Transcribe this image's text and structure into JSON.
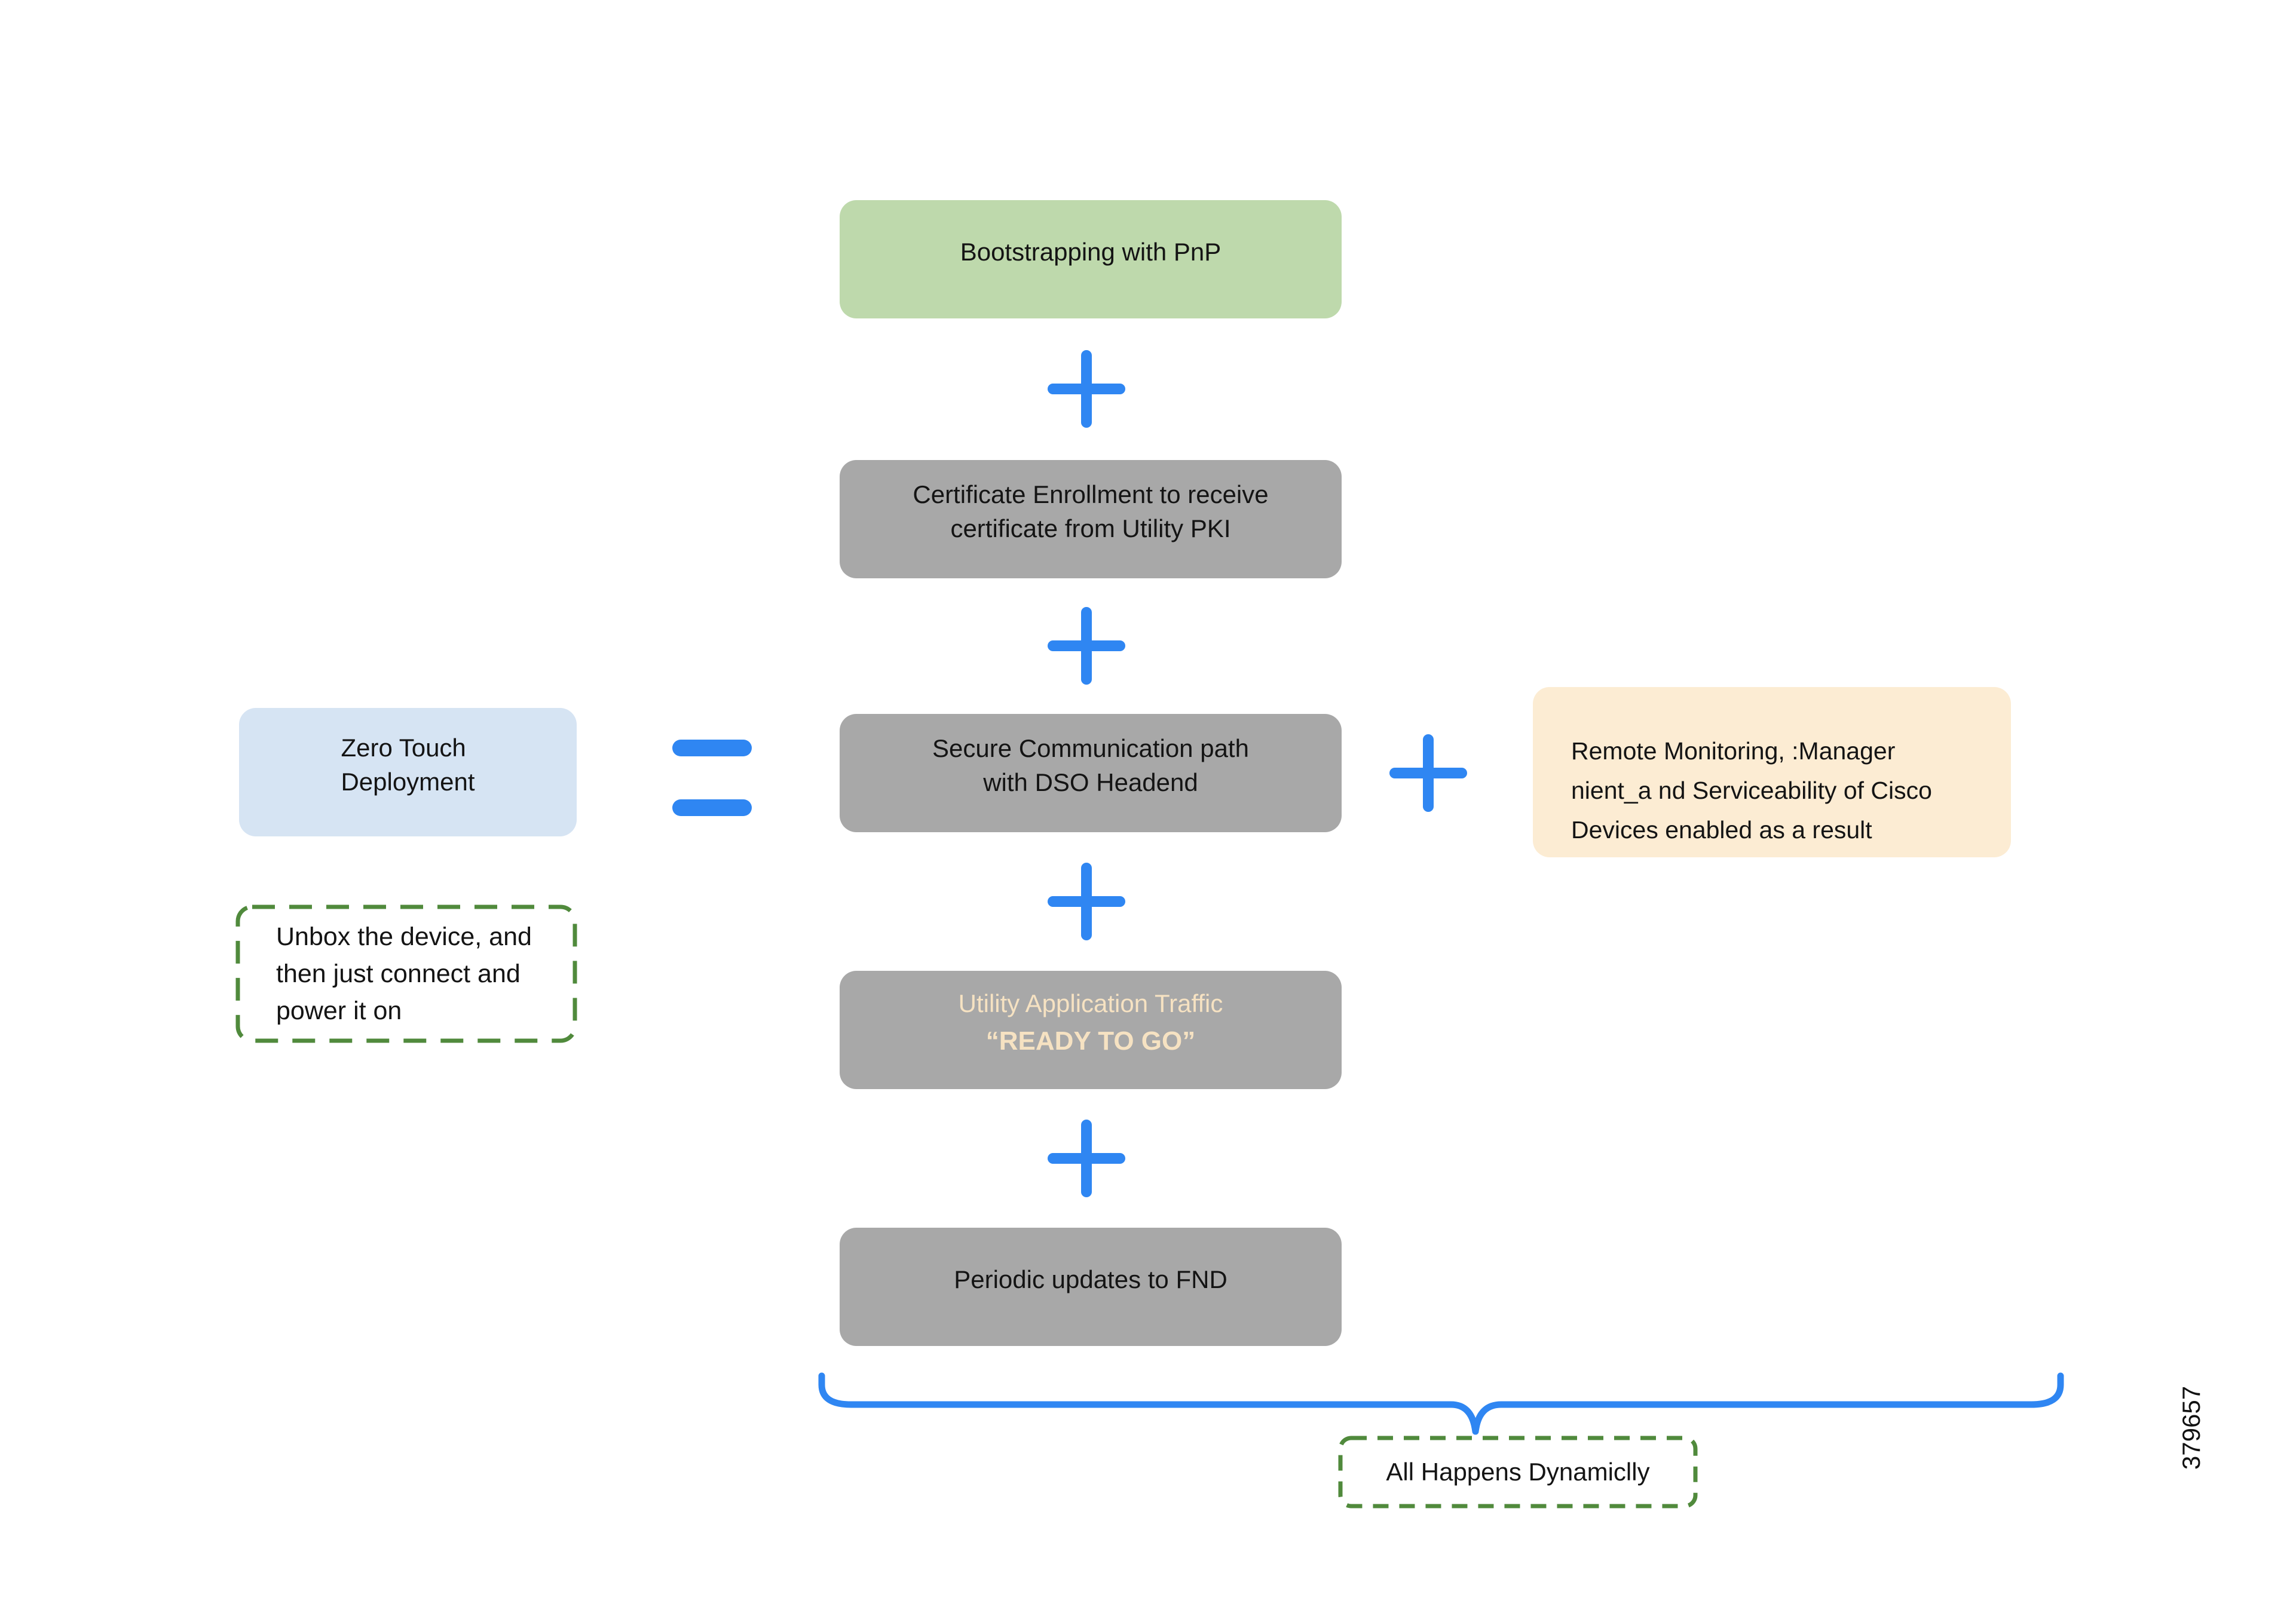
{
  "diagram": {
    "title_semantic": "Zero Touch Deployment flow",
    "left": {
      "result_label": "Zero Touch\nDeployment",
      "note": "Unbox the device, and\nthen just connect and\npower it on"
    },
    "symbols": {
      "equals": "=",
      "plus": "+"
    },
    "steps": [
      {
        "id": "bootstrapping",
        "label": "Bootstrapping with PnP"
      },
      {
        "id": "certificate-enrollment",
        "label": "Certificate Enrollment to receive\ncertificate from Utility PKI"
      },
      {
        "id": "secure-communication",
        "label": "Secure Communication path\nwith DSO Headend"
      },
      {
        "id": "utility-application-traffic",
        "label_line1": "Utility Application Traffic",
        "label_line2": "“READY TO GO”"
      },
      {
        "id": "periodic-updates",
        "label": "Periodic updates to FND"
      }
    ],
    "right": {
      "outcome": "Remote Monitoring, :Manager\nnient_a nd Serviceability of Cisco\nDevices enabled as a result"
    },
    "bottom": {
      "note": "All Happens Dynamiclly",
      "figure_number": "379657"
    },
    "colors": {
      "accent_blue": "#2f86f2",
      "green_fill": "#bed9ac",
      "gray_fill": "#a8a8a8",
      "blue_fill": "#d6e4f3",
      "orange_fill": "#fcecd3",
      "cream_text": "#f6e2c2",
      "dashed_green": "#508a3c"
    }
  }
}
